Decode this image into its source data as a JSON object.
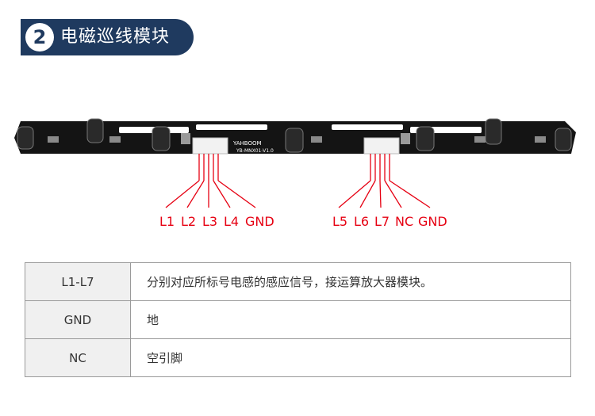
{
  "badge": {
    "number": "2",
    "title": "电磁巡线模块"
  },
  "board": {
    "brand": "YAHBOOM",
    "model": "YB-MNX01-V1.0",
    "colors": {
      "pcb": "#141414",
      "wire": "#e60012",
      "coil": "#2a2a2a",
      "header": "#f2f2f2",
      "label": "#e60012"
    }
  },
  "left_group": {
    "labels": [
      "L1",
      "L2",
      "L3",
      "L4",
      "GND"
    ]
  },
  "right_group": {
    "labels": [
      "L5",
      "L6",
      "L7",
      "NC",
      "GND"
    ]
  },
  "table": {
    "rows": [
      {
        "key": "L1-L7",
        "value": "分别对应所标号电感的感应信号，接运算放大器模块。"
      },
      {
        "key": "GND",
        "value": "地"
      },
      {
        "key": "NC",
        "value": "空引脚"
      }
    ]
  }
}
